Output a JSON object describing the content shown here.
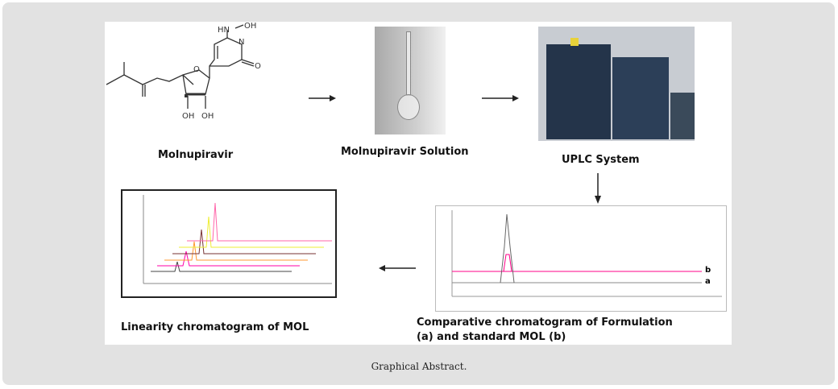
{
  "figure": {
    "molecule_label": "Molnupiravir",
    "solution_label": "Molnupiravir Solution",
    "system_label": "UPLC System",
    "comparative_label_line1": "Comparative chromatogram of Formulation",
    "comparative_label_line2": "(a) and standard MOL (b)",
    "linearity_label": "Linearity chromatogram of MOL",
    "structure_atoms": {
      "hn": "HN",
      "oh_top": "OH",
      "n": "N",
      "o_carbonyl": "O",
      "o_ring": "O",
      "oh1": "OH",
      "oh2": "OH",
      "trace_a": "a",
      "trace_b": "b"
    }
  },
  "caption": "Graphical Abstract."
}
